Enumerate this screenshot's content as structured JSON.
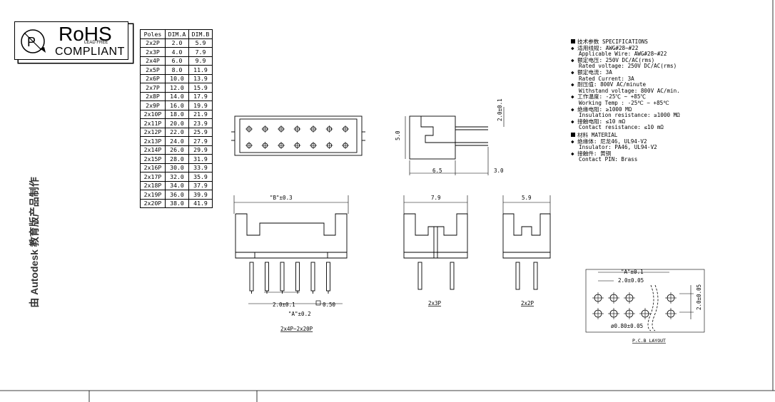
{
  "watermark": {
    "side_text": "由 Autodesk 教育版产品制作"
  },
  "rohs": {
    "title": "RoHS",
    "lead_free": "LEAD FREE",
    "compliant": "COMPLIANT"
  },
  "dim_table": {
    "headers": [
      "Poles",
      "DIM.A",
      "DIM.B"
    ],
    "rows": [
      [
        "2x2P",
        "2.0",
        "5.9"
      ],
      [
        "2x3P",
        "4.0",
        "7.9"
      ],
      [
        "2x4P",
        "6.0",
        "9.9"
      ],
      [
        "2x5P",
        "8.0",
        "11.9"
      ],
      [
        "2x6P",
        "10.0",
        "13.9"
      ],
      [
        "2x7P",
        "12.0",
        "15.9"
      ],
      [
        "2x8P",
        "14.0",
        "17.9"
      ],
      [
        "2x9P",
        "16.0",
        "19.9"
      ],
      [
        "2x10P",
        "18.0",
        "21.9"
      ],
      [
        "2x11P",
        "20.0",
        "23.9"
      ],
      [
        "2x12P",
        "22.0",
        "25.9"
      ],
      [
        "2x13P",
        "24.0",
        "27.9"
      ],
      [
        "2x14P",
        "26.0",
        "29.9"
      ],
      [
        "2x15P",
        "28.0",
        "31.9"
      ],
      [
        "2x16P",
        "30.0",
        "33.9"
      ],
      [
        "2x17P",
        "32.0",
        "35.9"
      ],
      [
        "2x18P",
        "34.0",
        "37.9"
      ],
      [
        "2x19P",
        "36.0",
        "39.9"
      ],
      [
        "2x20P",
        "38.0",
        "41.9"
      ]
    ]
  },
  "specs": {
    "heading": "技术参数  SPECIFICATIONS",
    "items": [
      {
        "cn": "适用线规:  AWG#28~#22",
        "en": "Applicable Wire:  AWG#28~#22"
      },
      {
        "cn": "额定电压:  250V DC/AC(rms)",
        "en": "Rated voltage: 250V DC/AC(rms)"
      },
      {
        "cn": "额定电流:  3A",
        "en": "Rated Current:  3A"
      },
      {
        "cn": "耐压值:  800V AC/minute",
        "en": "Withstand voltage: 800V AC/min."
      },
      {
        "cn": "工作温度:  -25℃ ~ +85℃",
        "en": "Working Temp : -25℃ ~ +85℃"
      },
      {
        "cn": "绝缘电阻:    ≥1000 MΩ",
        "en": "Insulation resistance:  ≥1000 MΩ"
      },
      {
        "cn": "接触电阻:  ≤10 mΩ",
        "en": "Contact resistance: ≤10 mΩ"
      }
    ],
    "material_heading": "材料  MATERIAL",
    "material_items": [
      {
        "cn": "绝缘体:  尼龙46, UL94-V2",
        "en": "Insulator: PA46, UL94-V2"
      },
      {
        "cn": "接触件:  黄铜",
        "en": "Contact PIN: Brass"
      }
    ]
  },
  "dims": {
    "side_height": "5.0",
    "side_width": "6.5",
    "pin_ext": "3.0",
    "pin_pitch_v": "2.0±0.1",
    "front_b": "\"B\"±0.3",
    "front_pitch": "2.0±0.1",
    "front_pin": "0.50",
    "front_a": "\"A\"±0.2",
    "front_caption": "2x4P~2x20P",
    "mid_width": "7.9",
    "mid_caption": "2x3P",
    "right_width": "5.9",
    "right_caption": "2x2P",
    "pcb_a": "\"A\"±0.1",
    "pcb_pitch": "2.0±0.05",
    "pcb_vert": "2.0±0.05",
    "pcb_hole": "ø0.80±0.05",
    "pcb_caption": "P.C.B LAYOUT"
  }
}
